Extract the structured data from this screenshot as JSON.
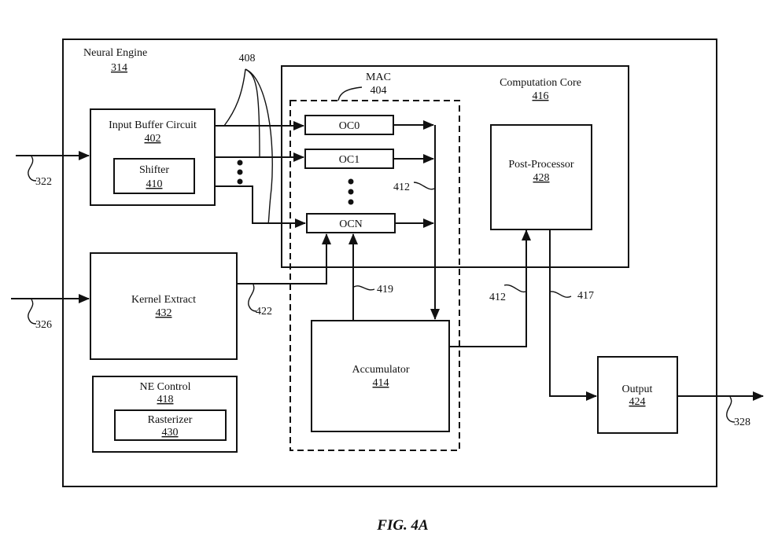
{
  "figure": {
    "caption": "FIG. 4A",
    "blocks": {
      "neural_engine": {
        "label": "Neural Engine",
        "ref": "314"
      },
      "input_buffer": {
        "label": "Input Buffer Circuit",
        "ref": "402"
      },
      "shifter": {
        "label": "Shifter",
        "ref": "410"
      },
      "kernel_extract": {
        "label": "Kernel Extract",
        "ref": "432"
      },
      "ne_control": {
        "label": "NE Control",
        "ref": "418"
      },
      "rasterizer": {
        "label": "Rasterizer",
        "ref": "430"
      },
      "mac": {
        "label": "MAC",
        "ref": "404"
      },
      "computation_core": {
        "label": "Computation Core",
        "ref": "416"
      },
      "post_processor": {
        "label": "Post-Processor",
        "ref": "428"
      },
      "accumulator": {
        "label": "Accumulator",
        "ref": "414"
      },
      "output": {
        "label": "Output",
        "ref": "424"
      }
    },
    "oc_units": [
      "OC0",
      "OC1",
      "OCN"
    ],
    "connection_refs": {
      "input_in": "322",
      "kernel_in": "326",
      "output_out": "328",
      "buffer_lines": "408",
      "oc_outputs": "412",
      "acc_to_post": "412",
      "kernel_line": "422",
      "acc_feedback": "419",
      "post_to_output": "417"
    }
  }
}
